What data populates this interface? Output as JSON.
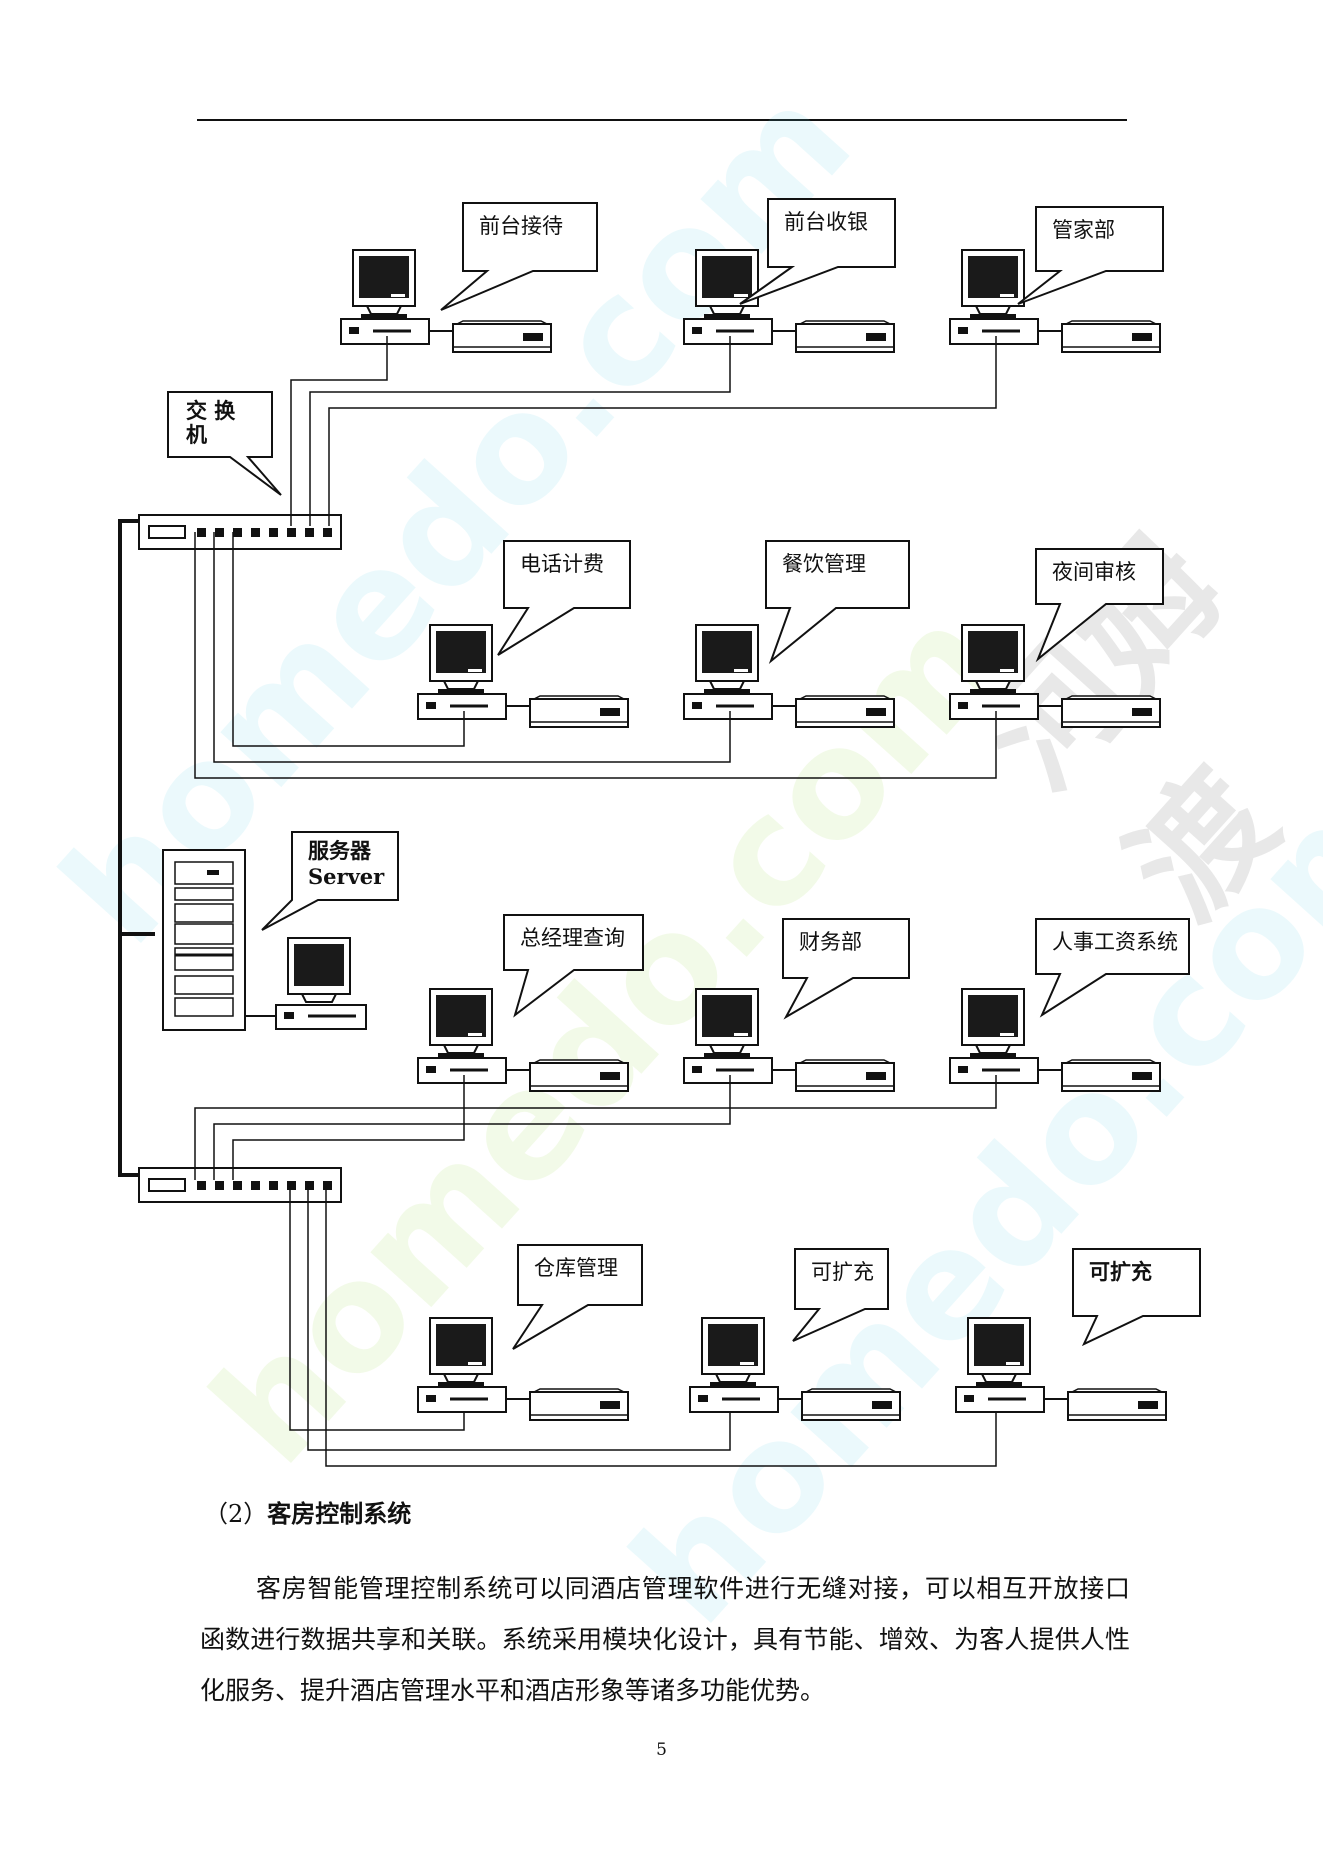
{
  "watermark": {
    "text_1": "homedo.com",
    "text_2": "河姆渡",
    "color_cyan": "#5fd3e8",
    "color_green": "#c9ec9a",
    "color_gray": "#9a9a9a"
  },
  "diagram": {
    "switch_label": "交  换\n机",
    "server_label_cn": "服务器",
    "server_label_en": "Server",
    "terminals": [
      {
        "label": "前台接待"
      },
      {
        "label": "前台收银"
      },
      {
        "label": "管家部"
      },
      {
        "label": "电话计费"
      },
      {
        "label": "餐饮管理"
      },
      {
        "label": "夜间审核"
      },
      {
        "label": "总经理查询"
      },
      {
        "label": "财务部"
      },
      {
        "label": "人事工资系统"
      },
      {
        "label": "仓库管理"
      },
      {
        "label": "可扩充"
      },
      {
        "label": "可扩充"
      }
    ]
  },
  "section": {
    "number": "（2）",
    "title": "客房控制系统"
  },
  "paragraph": "客房智能管理控制系统可以同酒店管理软件进行无缝对接，可以相互开放接口函数进行数据共享和关联。系统采用模块化设计，具有节能、增效、为客人提供人性化服务、提升酒店管理水平和酒店形象等诸多功能优势。",
  "page_number": "5"
}
